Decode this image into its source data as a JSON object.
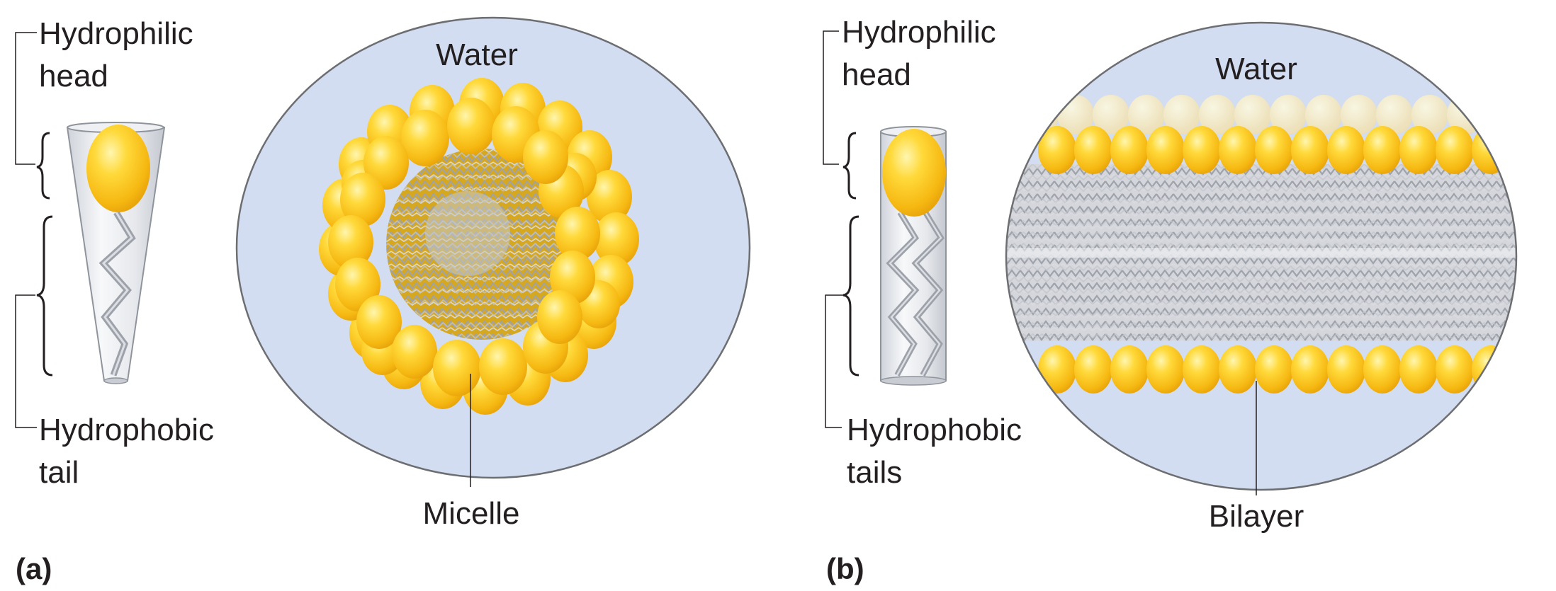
{
  "panel_a": {
    "head_label_line1": "Hydrophilic",
    "head_label_line2": "head",
    "tail_label_line1": "Hydrophobic",
    "tail_label_line2": "tail",
    "water_label": "Water",
    "structure_label": "Micelle",
    "panel_label": "(a)"
  },
  "panel_b": {
    "head_label_line1": "Hydrophilic",
    "head_label_line2": "head",
    "tail_label_line1": "Hydrophobic",
    "tail_label_line2": "tails",
    "water_label": "Water",
    "structure_label": "Bilayer",
    "panel_label": "(b)"
  },
  "colors": {
    "water": "#d2ddf1",
    "head_yellow": "#fbc21a",
    "tail_gray": "#a9acb3"
  }
}
